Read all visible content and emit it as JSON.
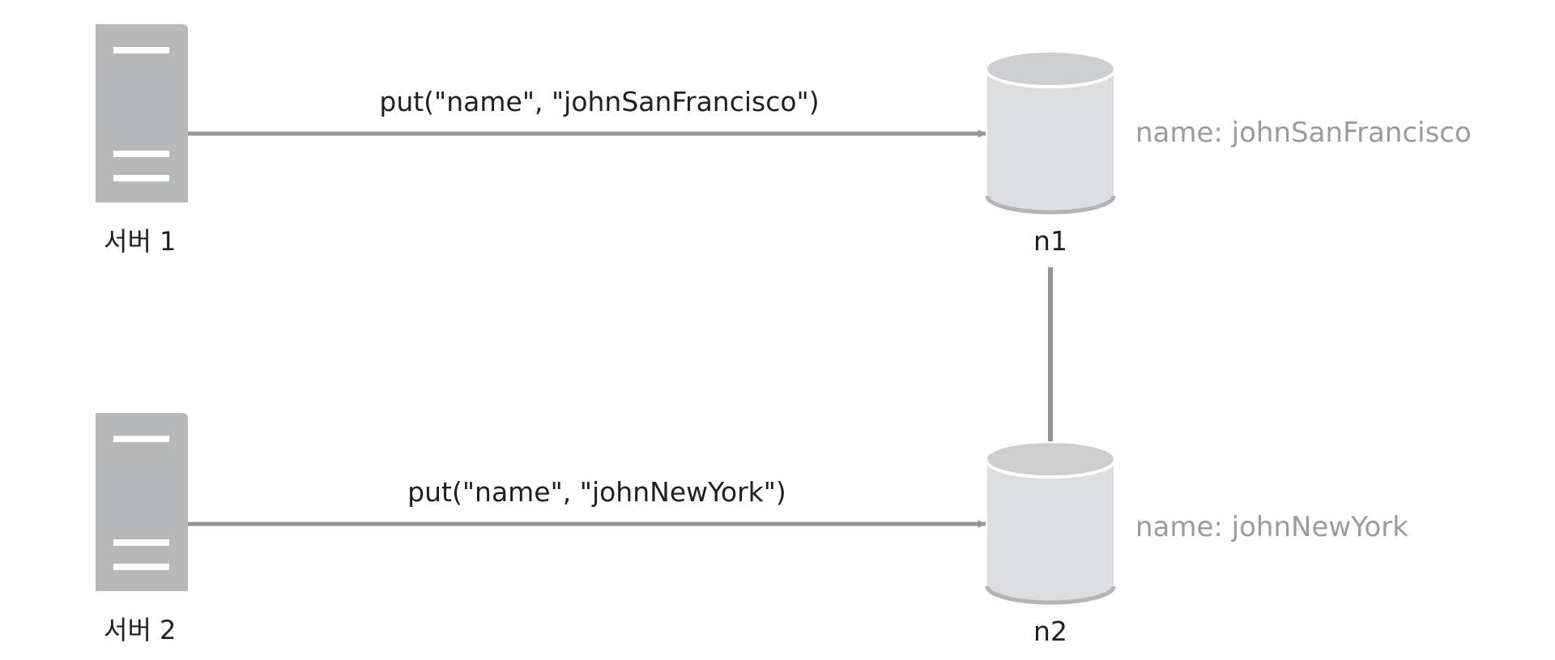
{
  "servers": [
    {
      "label": "서버 1"
    },
    {
      "label": "서버 2"
    }
  ],
  "requests": [
    {
      "text": "put(\"name\",  \"johnSanFrancisco\")"
    },
    {
      "text": "put(\"name\", \"johnNewYork\")"
    }
  ],
  "nodes": [
    {
      "label": "n1",
      "value": "name: johnSanFrancisco"
    },
    {
      "label": "n2",
      "value": "name: johnNewYork"
    }
  ],
  "colors": {
    "server": "#b7b8ba",
    "db_body": "#dcdddf",
    "db_top": "#cdced0",
    "db_rim": "#b3b4b7",
    "arrow": "#939497",
    "value_text": "#9a9b9e",
    "label_text": "#1f1f1f"
  }
}
